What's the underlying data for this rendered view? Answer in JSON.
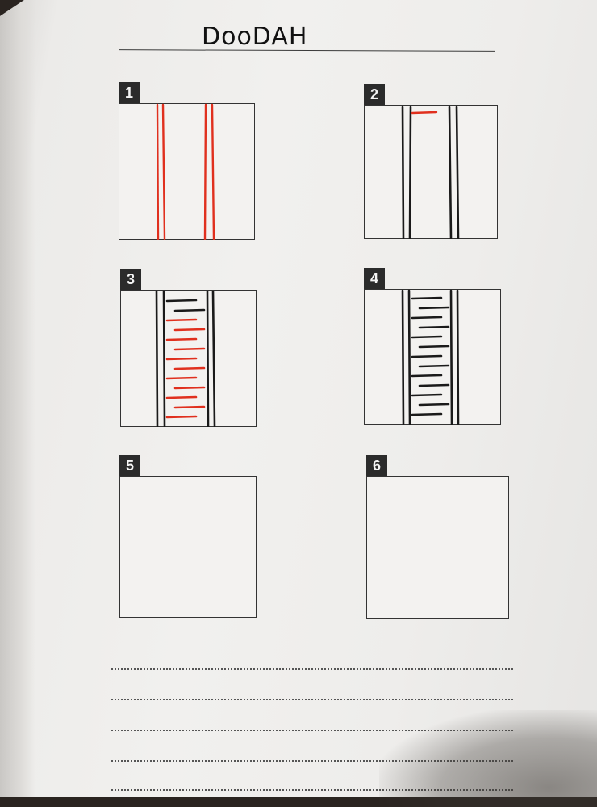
{
  "title": "DooDAH",
  "steps": [
    {
      "number": "1"
    },
    {
      "number": "2"
    },
    {
      "number": "3"
    },
    {
      "number": "4"
    },
    {
      "number": "5"
    },
    {
      "number": "6"
    }
  ],
  "colors": {
    "ink_black": "#1a1a1a",
    "ink_red": "#e0301e",
    "number_badge": "#2b2b2b",
    "paper": "#efeeec"
  }
}
